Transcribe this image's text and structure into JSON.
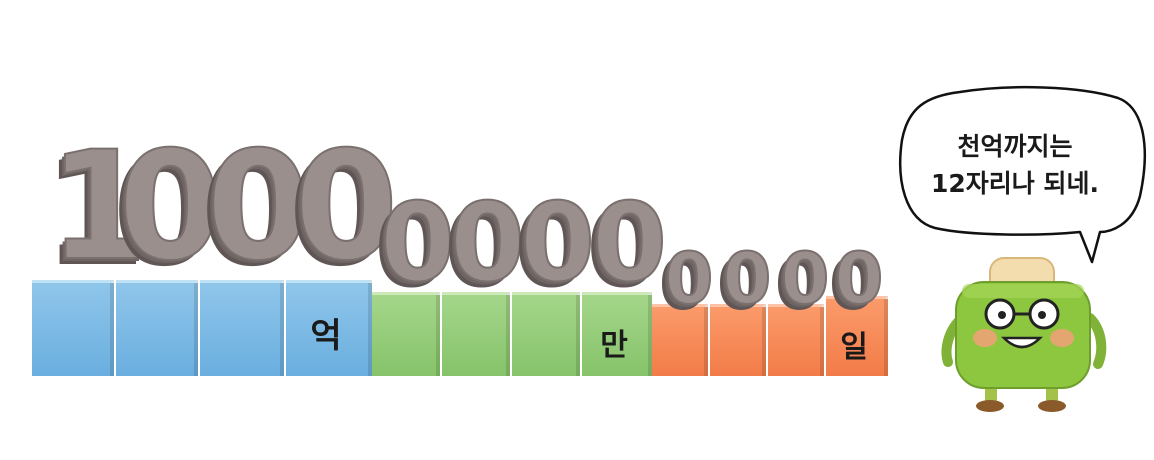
{
  "number_digits": {
    "eok": [
      "1",
      "0",
      "0",
      "0"
    ],
    "man": [
      "0",
      "0",
      "0",
      "0"
    ],
    "il": [
      "0",
      "0",
      "0",
      "0"
    ]
  },
  "unit_labels": {
    "eok": "억",
    "man": "만",
    "il": "일"
  },
  "speech_bubble": {
    "line1": "천억까지는",
    "line2": "12자리나 되네."
  },
  "colors": {
    "eok_blocks": "#7ab8e4",
    "man_blocks": "#94cc78",
    "il_blocks": "#f68a56",
    "digits": "#9a8f8d",
    "character": "#8dc63f"
  },
  "character": {
    "icon": "toaster-mascot-icon"
  }
}
